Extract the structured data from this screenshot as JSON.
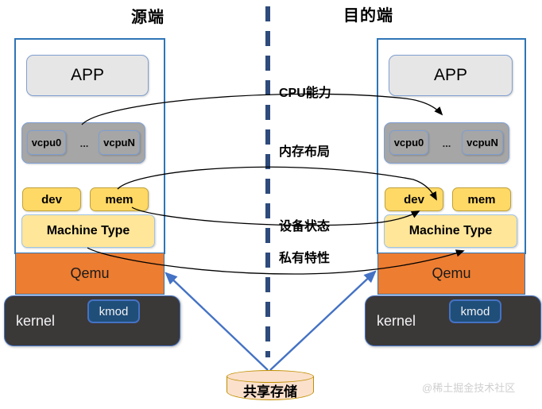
{
  "diagram": {
    "titles": {
      "source": "源端",
      "destination": "目的端"
    },
    "source_host": {
      "app": "APP",
      "vcpu_first": "vcpu0",
      "vcpu_dots": "...",
      "vcpu_last": "vcpuN",
      "dev": "dev",
      "mem": "mem",
      "machine_type": "Machine Type",
      "qemu": "Qemu",
      "kernel": "kernel",
      "kmod": "kmod"
    },
    "destination_host": {
      "app": "APP",
      "vcpu_first": "vcpu0",
      "vcpu_dots": "...",
      "vcpu_last": "vcpuN",
      "dev": "dev",
      "mem": "mem",
      "machine_type": "Machine Type",
      "qemu": "Qemu",
      "kernel": "kernel",
      "kmod": "kmod"
    },
    "migration_labels": [
      "CPU能力",
      "内存布局",
      "设备状态",
      "私有特性"
    ],
    "shared_storage": "共享存储",
    "watermark": "@稀土掘金技术社区",
    "colors": {
      "vm_border": "#2E75B6",
      "app_fill": "#E7E6E6",
      "vcpu_fill": "#A6A6A6",
      "devmem_fill": "#FFD966",
      "machine_fill": "#FFE699",
      "qemu_fill": "#ED7D31",
      "kernel_fill": "#3B3838",
      "kmod_fill": "#1F4E79",
      "divider": "#2E4B7C",
      "storage_fill": "#FBE0CC",
      "storage_border": "#BF9000",
      "blue_arrow": "#4472C4",
      "black_arrow": "#000000"
    }
  }
}
